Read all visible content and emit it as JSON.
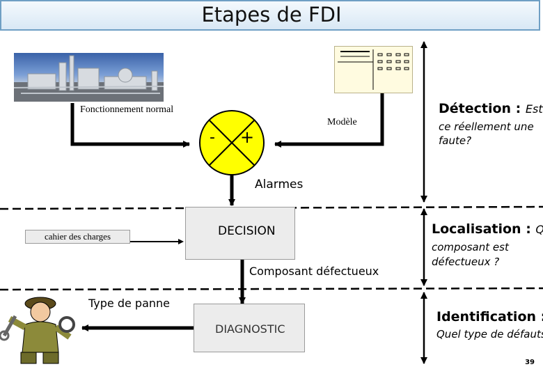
{
  "title": "Etapes de FDI",
  "labels": {
    "fonctionnement": "Fonctionnement normal",
    "modele": "Modèle",
    "minus": "-",
    "plus": "+",
    "alarmes": "Alarmes",
    "cahier": "cahier des charges",
    "decision": "DECISION",
    "composant": "Composant défectueux",
    "type_panne": "Type de panne",
    "diagnostic": "DIAGNOSTIC"
  },
  "steps": {
    "detection_title": "Détection :",
    "detection_q1": "Est",
    "detection_q2": "ce réellement une",
    "detection_q3": "faute?",
    "localisation_title": "Localisation :",
    "localisation_q1": "Qu",
    "localisation_q2": "composant est",
    "localisation_q3": "défectueux ?",
    "identification_title": "Identification :",
    "identification_q1": "Quel type de défauts"
  },
  "page_number": "39",
  "colors": {
    "summing_junction": "#ffff00",
    "title_bar": "#dce9f6",
    "box": "#ececec"
  },
  "icons": [
    "factory-photo",
    "model-document-icon",
    "mechanic-icon"
  ]
}
